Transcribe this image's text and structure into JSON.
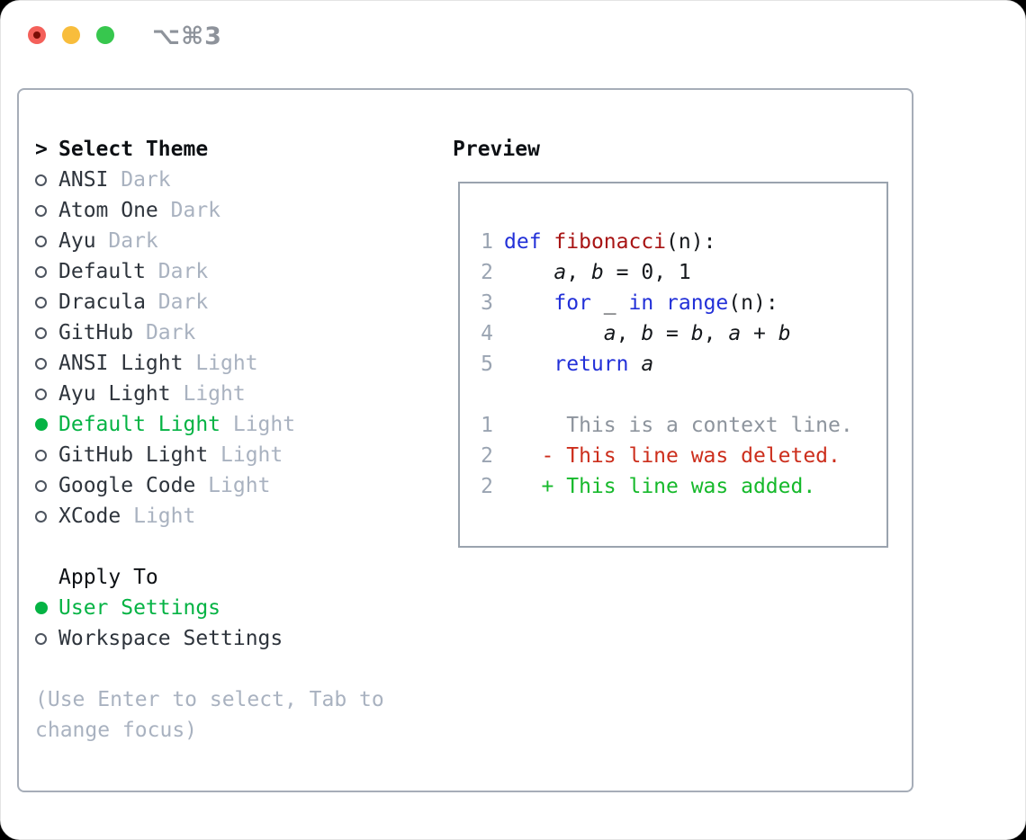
{
  "titlebar": {
    "shortcut": "⌥⌘3",
    "buttons": {
      "close_color": "#f4605a",
      "minimize_color": "#f8bd3c",
      "zoom_color": "#37c74e"
    }
  },
  "theme_list": {
    "caret": ">",
    "header": "Select Theme",
    "items": [
      {
        "name": "ANSI",
        "tag": "Dark",
        "selected": false
      },
      {
        "name": "Atom One",
        "tag": "Dark",
        "selected": false
      },
      {
        "name": "Ayu",
        "tag": "Dark",
        "selected": false
      },
      {
        "name": "Default",
        "tag": "Dark",
        "selected": false
      },
      {
        "name": "Dracula",
        "tag": "Dark",
        "selected": false
      },
      {
        "name": "GitHub",
        "tag": "Dark",
        "selected": false
      },
      {
        "name": "ANSI Light",
        "tag": "Light",
        "selected": false
      },
      {
        "name": "Ayu Light",
        "tag": "Light",
        "selected": false
      },
      {
        "name": "Default Light",
        "tag": "Light",
        "selected": true
      },
      {
        "name": "GitHub Light",
        "tag": "Light",
        "selected": false
      },
      {
        "name": "Google Code",
        "tag": "Light",
        "selected": false
      },
      {
        "name": "XCode",
        "tag": "Light",
        "selected": false
      }
    ]
  },
  "apply_to": {
    "header": "Apply To",
    "options": [
      {
        "label": "User Settings",
        "selected": true
      },
      {
        "label": "Workspace Settings",
        "selected": false
      }
    ]
  },
  "help": {
    "line1": "(Use Enter to select, Tab to",
    "line2": "change focus)"
  },
  "preview": {
    "header": "Preview",
    "code_lines": [
      {
        "num": "1",
        "tokens": [
          [
            "def",
            "kw"
          ],
          [
            " ",
            "pl"
          ],
          [
            "fibonacci",
            "fn"
          ],
          [
            "(n):",
            "pl"
          ]
        ]
      },
      {
        "num": "2",
        "tokens": [
          [
            "    ",
            "pl"
          ],
          [
            "a",
            "var"
          ],
          [
            ", ",
            "pl"
          ],
          [
            "b",
            "var"
          ],
          [
            " = 0, 1",
            "pl"
          ]
        ]
      },
      {
        "num": "3",
        "tokens": [
          [
            "    ",
            "pl"
          ],
          [
            "for",
            "kw"
          ],
          [
            " _ ",
            "pl"
          ],
          [
            "in",
            "kw"
          ],
          [
            " ",
            "pl"
          ],
          [
            "range",
            "kw"
          ],
          [
            "(n):",
            "pl"
          ]
        ]
      },
      {
        "num": "4",
        "tokens": [
          [
            "        ",
            "pl"
          ],
          [
            "a",
            "var"
          ],
          [
            ", ",
            "pl"
          ],
          [
            "b",
            "var"
          ],
          [
            " = ",
            "pl"
          ],
          [
            "b",
            "var"
          ],
          [
            ", ",
            "pl"
          ],
          [
            "a",
            "var"
          ],
          [
            " + ",
            "pl"
          ],
          [
            "b",
            "var"
          ]
        ]
      },
      {
        "num": "5",
        "tokens": [
          [
            "    ",
            "pl"
          ],
          [
            "return",
            "kw"
          ],
          [
            " ",
            "pl"
          ],
          [
            "a",
            "var"
          ]
        ]
      }
    ],
    "diff_lines": [
      {
        "num": "1",
        "text": "     This is a context line.",
        "kind": "ctx"
      },
      {
        "num": "2",
        "text": "   - This line was deleted.",
        "kind": "del"
      },
      {
        "num": "2",
        "text": "   + This line was added.",
        "kind": "add"
      }
    ]
  },
  "colors": {
    "selection_green": "#05b344",
    "keyword_blue": "#2230d8",
    "function_red": "#a81414",
    "diff_deleted": "#cc2e1c",
    "diff_added": "#16b92b",
    "muted_gray": "#a9b2c0",
    "panel_border": "#a6adb8"
  }
}
